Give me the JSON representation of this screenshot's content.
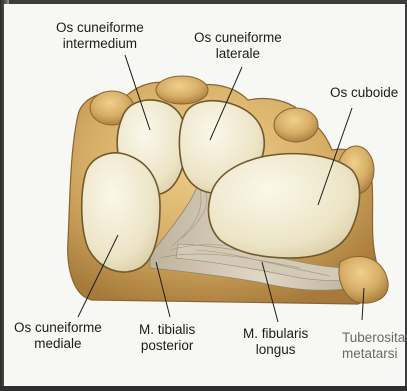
{
  "labels": {
    "intermedium": [
      "Os cuneiforme",
      "intermedium"
    ],
    "laterale": [
      "Os cuneiforme",
      "laterale"
    ],
    "cuboideum": [
      "Os cuboide"
    ],
    "mediale": [
      "Os cuneiforme",
      "mediale"
    ],
    "tibialis": [
      "M. tibialis",
      "posterior"
    ],
    "fibularis": [
      "M. fibularis",
      "longus"
    ],
    "tuberositas": [
      "Tuberositas",
      "metatarsi"
    ]
  },
  "colors": {
    "bone": "#d7ae66",
    "bone_shadow": "#a67a3a",
    "cartilage": "#f2ecd3",
    "ligament": "#cfc5b0",
    "leader": "#1c1c1c"
  }
}
